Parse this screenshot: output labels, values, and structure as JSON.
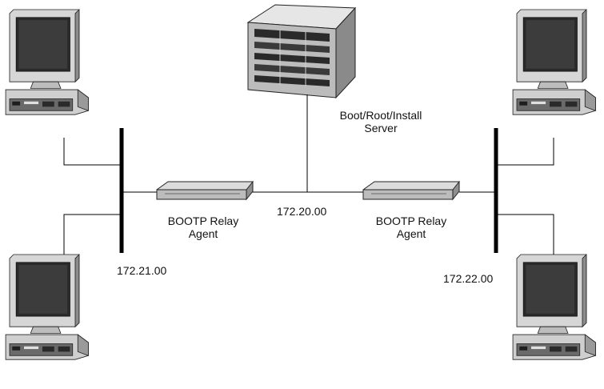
{
  "server": {
    "label_line1": "Boot/Root/Install",
    "label_line2": "Server"
  },
  "relay_left": {
    "label_line1": "BOOTP Relay",
    "label_line2": "Agent"
  },
  "relay_right": {
    "label_line1": "BOOTP Relay",
    "label_line2": "Agent"
  },
  "networks": {
    "center": "172.20.00",
    "left": "172.21.00",
    "right": "172.22.00"
  },
  "colors": {
    "line": "#000000",
    "device_light": "#d8d8d8",
    "device_mid": "#9a9a9a",
    "device_dark": "#2a2a2a"
  }
}
